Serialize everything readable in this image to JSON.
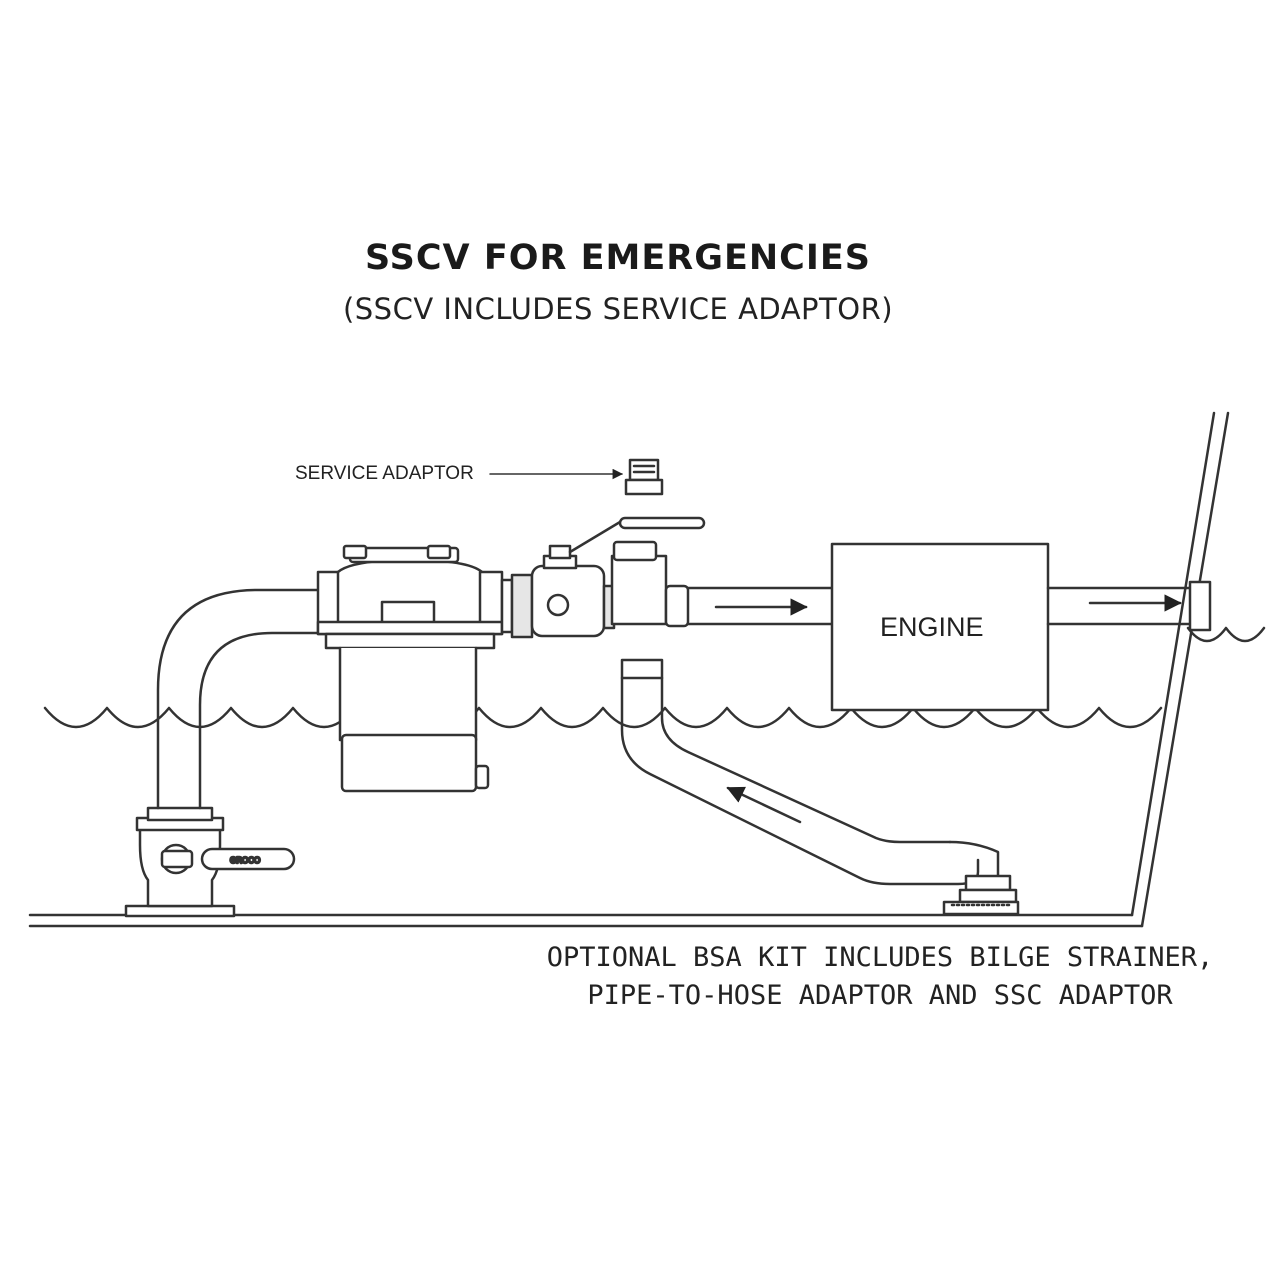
{
  "title": "SSCV FOR EMERGENCIES",
  "subtitle": "(SSCV INCLUDES SERVICE ADAPTOR)",
  "labels": {
    "service_adaptor": "SERVICE ADAPTOR",
    "engine": "ENGINE",
    "valve_brand": "GROCO"
  },
  "note": {
    "line1": "OPTIONAL BSA KIT INCLUDES BILGE STRAINER,",
    "line2": "PIPE-TO-HOSE ADAPTOR AND SSC ADAPTOR"
  },
  "colors": {
    "line": "#333333",
    "fill": "#ffffff",
    "shade": "#e6e6e6"
  }
}
